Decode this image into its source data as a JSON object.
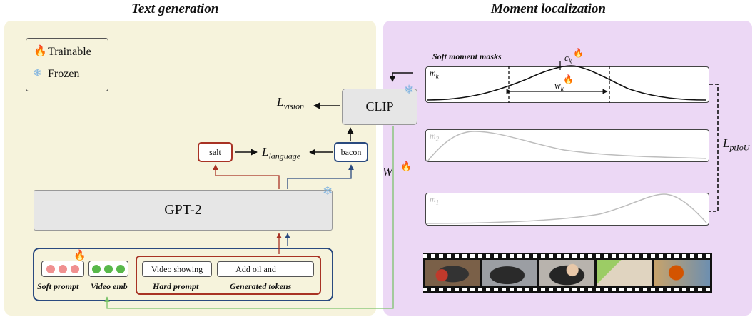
{
  "sections": {
    "text_generation": "Text generation",
    "moment_localization": "Moment localization"
  },
  "legend": {
    "trainable": "Trainable",
    "frozen": "Frozen",
    "trainable_icon": "fire-icon",
    "frozen_icon": "snowflake-icon"
  },
  "nodes": {
    "clip": "CLIP",
    "gpt2": "GPT-2",
    "salt": "salt",
    "bacon": "bacon",
    "video_showing": "Video showing",
    "add_oil": "Add oil and ____"
  },
  "losses": {
    "vision_main": "L",
    "vision_sub": "vision",
    "language_main": "L",
    "language_sub": "language",
    "ptiou_main": "L",
    "ptiou_sub": "ptIoU"
  },
  "labels": {
    "w_label": "W",
    "soft_prompt": "Soft prompt",
    "video_emb": "Video emb",
    "hard_prompt": "Hard prompt",
    "generated_tokens": "Generated tokens",
    "soft_moment_masks": "Soft moment masks",
    "mk_main": "m",
    "mk_sub": "k",
    "m2_main": "m",
    "m2_sub": "2",
    "m1_main": "m",
    "m1_sub": "1",
    "ck_main": "c",
    "ck_sub": "k",
    "wk_main": "w",
    "wk_sub": "k"
  },
  "colors": {
    "left_panel": "#f6f3dc",
    "right_panel": "#ecd8f5",
    "outer_blue": "#2a4a7f",
    "inner_red": "#a83224",
    "soft_dots": "#f09090",
    "video_dots": "#58b84a",
    "green_link": "#7cc36b",
    "node_grey": "#e6e6e6"
  }
}
